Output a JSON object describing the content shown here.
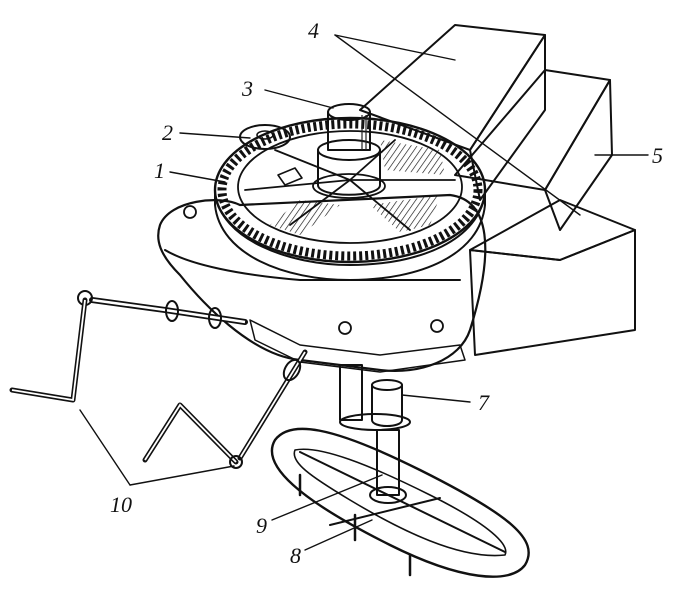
{
  "figure": {
    "callouts": [
      {
        "id": "1",
        "text": "1"
      },
      {
        "id": "2",
        "text": "2"
      },
      {
        "id": "3",
        "text": "3"
      },
      {
        "id": "4",
        "text": "4"
      },
      {
        "id": "5",
        "text": "5"
      },
      {
        "id": "7",
        "text": "7"
      },
      {
        "id": "8",
        "text": "8"
      },
      {
        "id": "9",
        "text": "9"
      },
      {
        "id": "10",
        "text": "10"
      }
    ],
    "colors": {
      "ink": "#111111",
      "paper": "#ffffff"
    }
  }
}
